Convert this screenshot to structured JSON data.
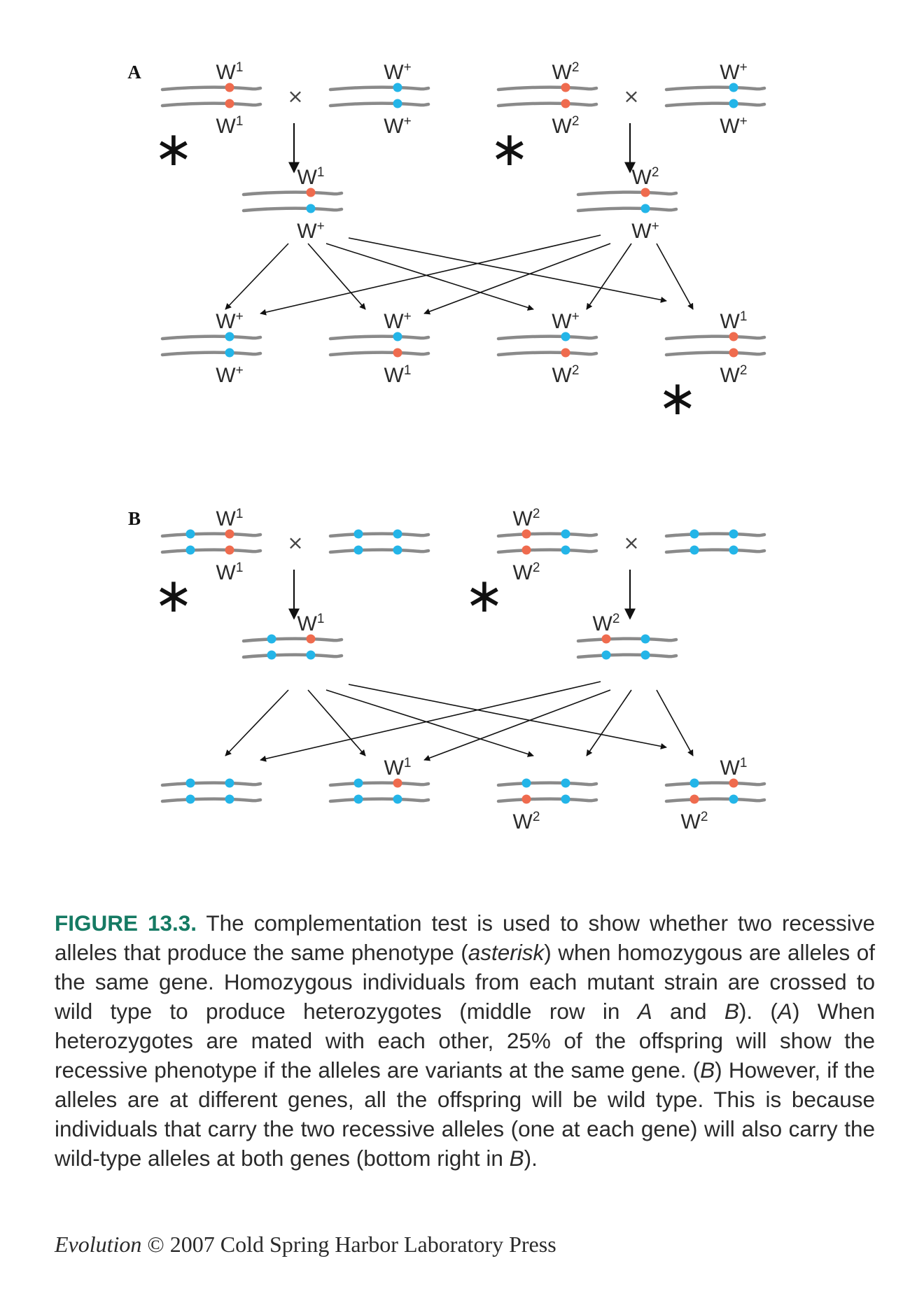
{
  "colors": {
    "mutant_allele": "#ef6b4e",
    "wild_allele": "#23b5e8",
    "chromosome": "#8a8a8a",
    "caption_label": "#157a63"
  },
  "panels": [
    {
      "label": "A",
      "cross_symbol": "×",
      "parents": [
        {
          "top": "W1",
          "bottom": "W1",
          "asterisk": true
        },
        {
          "top": "W+",
          "bottom": "W+",
          "asterisk": false
        },
        {
          "top": "W2",
          "bottom": "W2",
          "asterisk": true
        },
        {
          "top": "W+",
          "bottom": "W+",
          "asterisk": false
        }
      ],
      "f1": [
        {
          "top": "W1",
          "bottom": "W+"
        },
        {
          "top": "W2",
          "bottom": "W+"
        }
      ],
      "offspring": [
        {
          "top": "W+",
          "bottom": "W+",
          "asterisk": false
        },
        {
          "top": "W+",
          "bottom": "W1",
          "asterisk": false
        },
        {
          "top": "W+",
          "bottom": "W2",
          "asterisk": false
        },
        {
          "top": "W1",
          "bottom": "W2",
          "asterisk": true
        }
      ]
    },
    {
      "label": "B",
      "cross_symbol": "×",
      "parents": [
        {
          "top": "W1",
          "bottom": "W1",
          "asterisk": true
        },
        {
          "top": "",
          "bottom": "",
          "asterisk": false
        },
        {
          "top": "W2",
          "bottom": "W2",
          "asterisk": true
        },
        {
          "top": "",
          "bottom": "",
          "asterisk": false
        }
      ],
      "f1": [
        {
          "top": "W1",
          "bottom": ""
        },
        {
          "top": "W2",
          "bottom": ""
        }
      ],
      "offspring": [
        {
          "top": "",
          "bottom": "",
          "asterisk": false
        },
        {
          "top": "W1",
          "bottom": "",
          "asterisk": false
        },
        {
          "top": "",
          "bottom": "W2",
          "asterisk": false
        },
        {
          "top": "W1",
          "bottom": "W2",
          "asterisk": false
        }
      ]
    }
  ],
  "caption": {
    "label": "FIGURE 13.3.",
    "parts": [
      {
        "t": " The complementation test is used to show whether two recessive alleles that produce the same phenotype ("
      },
      {
        "t": "asterisk",
        "i": true
      },
      {
        "t": ") when homozygous are alleles of the same gene. Homozygous individuals from each mutant strain are crossed to wild type to produce heterozygotes (middle row in "
      },
      {
        "t": "A",
        "i": true
      },
      {
        "t": " and "
      },
      {
        "t": "B",
        "i": true
      },
      {
        "t": "). ("
      },
      {
        "t": "A",
        "i": true
      },
      {
        "t": ") When heterozygotes are mated with each other, 25% of the offspring will show the recessive phenotype if the alleles are variants at the same gene. ("
      },
      {
        "t": "B",
        "i": true
      },
      {
        "t": ") However, if the alleles are at different genes, all the offspring will be wild type. This is because individuals that carry the two recessive alleles (one at each gene) will also carry the wild-type alleles at both genes (bottom right in "
      },
      {
        "t": "B",
        "i": true
      },
      {
        "t": ")."
      }
    ]
  },
  "credit": {
    "title": "Evolution",
    "text": " © 2007 Cold Spring Harbor Laboratory Press"
  }
}
